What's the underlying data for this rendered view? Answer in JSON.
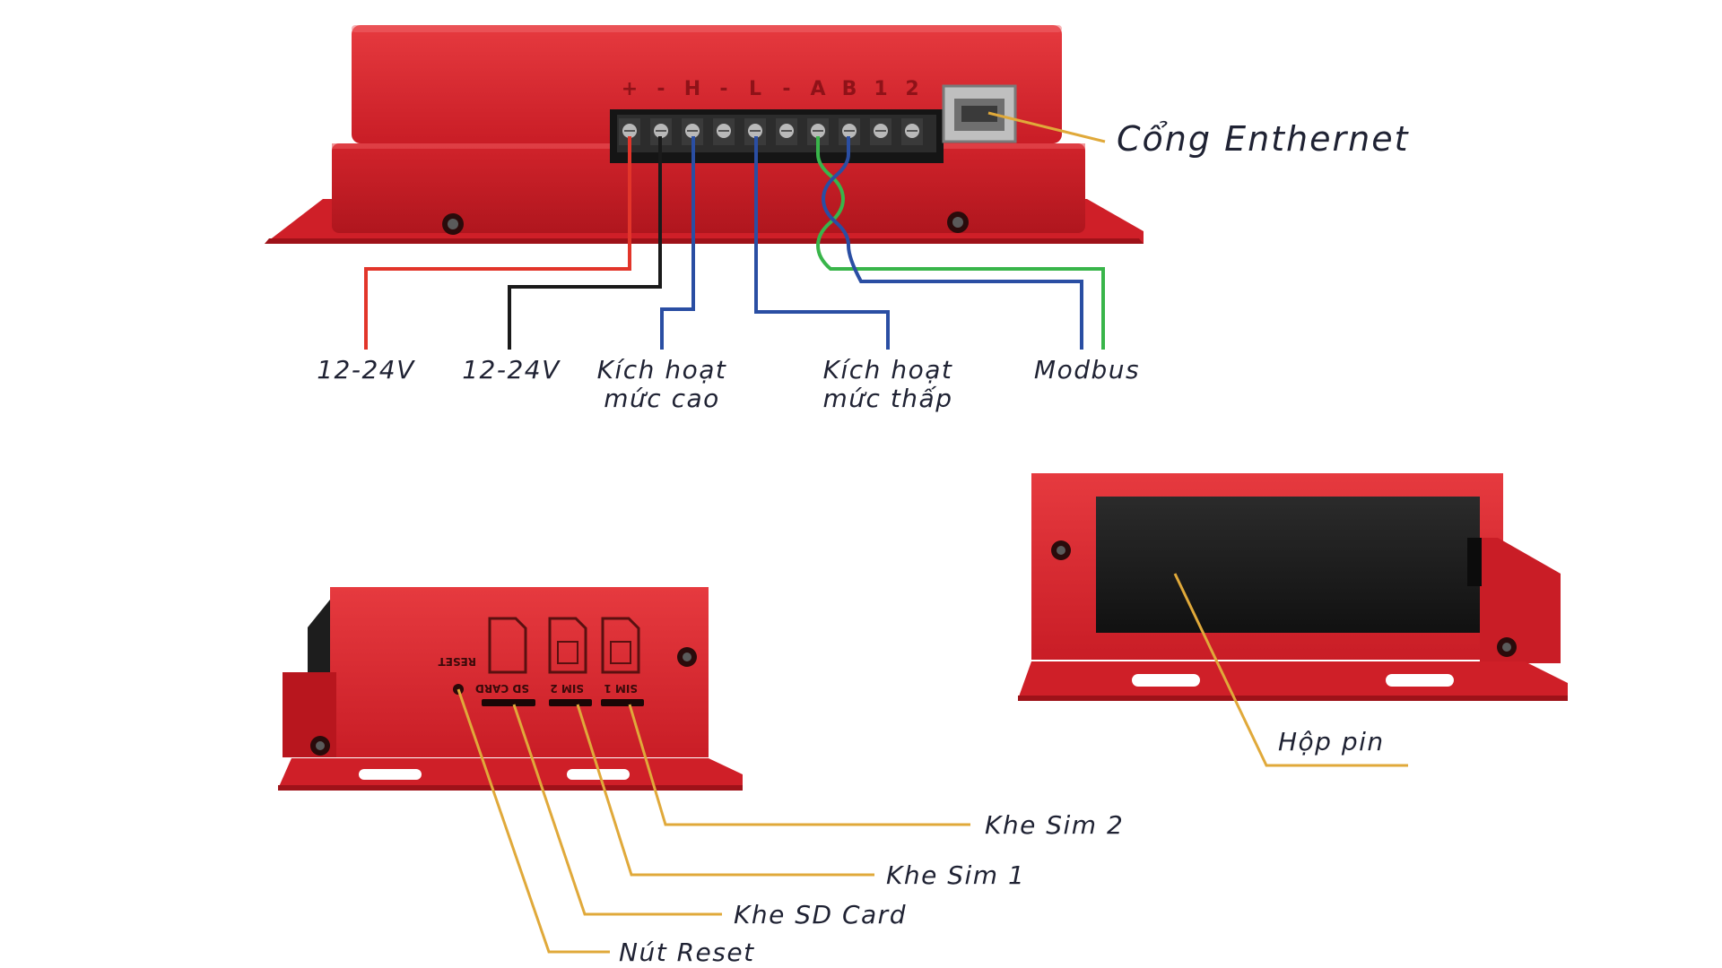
{
  "labels": {
    "ethernet": "Cổng Enthernet",
    "power_pos": "12-24V",
    "power_neg": "12-24V",
    "trigger_high_1": "Kích hoạt",
    "trigger_high_2": "mức cao",
    "trigger_low_1": "Kích hoạt",
    "trigger_low_2": "mức thấp",
    "modbus": "Modbus",
    "battery_box": "Hộp pin",
    "sim2_slot": "Khe Sim 2",
    "sim1_slot": "Khe Sim 1",
    "sd_slot": "Khe SD Card",
    "reset_button": "Nút Reset"
  },
  "terminal_marks": [
    "+",
    "-",
    "H",
    "-",
    "L",
    "-",
    "A",
    "B",
    "1",
    "2"
  ],
  "panel_marks": {
    "reset": "RESET",
    "sd": "SD CARD",
    "sim2": "SIM 2",
    "sim1": "SIM 1"
  },
  "colors": {
    "device_red": "#d9232c",
    "device_dark": "#a5151c",
    "leader_gold": "#e0a93a",
    "wire_red": "#e2352a",
    "wire_black": "#1a1a1a",
    "wire_blue": "#2a4ea3",
    "wire_green": "#39b54a",
    "label_text": "#1f2233"
  }
}
